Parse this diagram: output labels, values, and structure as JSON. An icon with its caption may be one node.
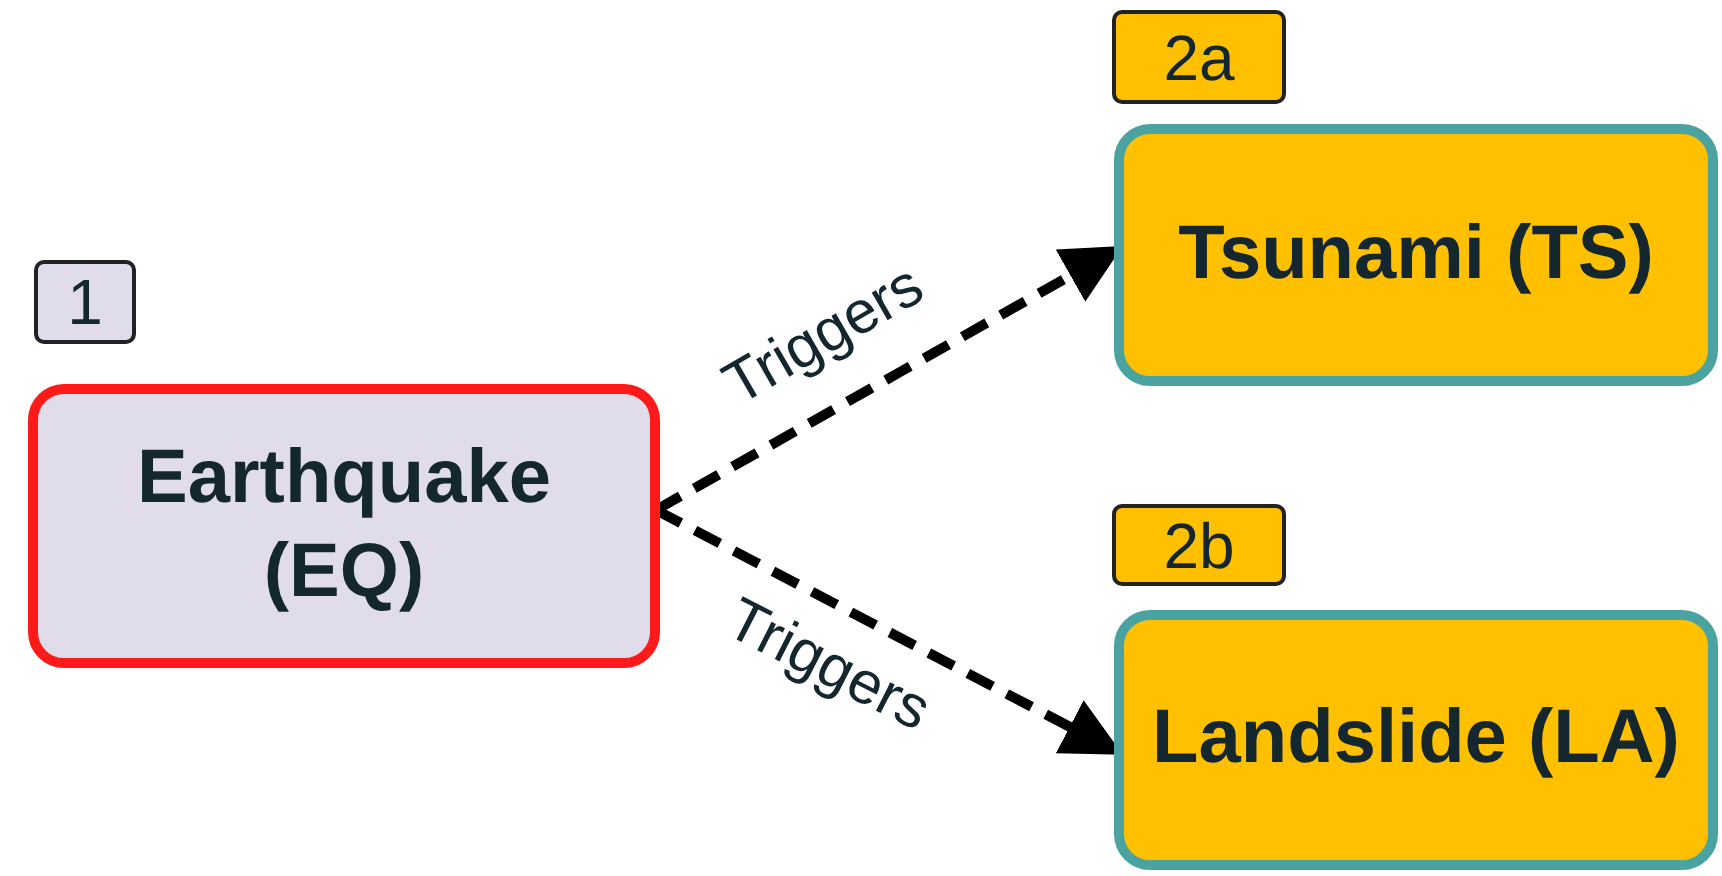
{
  "diagram": {
    "nodes": [
      {
        "text": [
          "Earthquake (EQ)"
        ],
        "beside": [
          "1"
        ]
      },
      {
        "text": [
          "Tsunami (TS)"
        ],
        "beside": [
          "2a"
        ]
      },
      {
        "text": [
          "Landslide (LA)"
        ],
        "beside": [
          "2b"
        ]
      }
    ],
    "edges": [
      {
        "from": 0,
        "to": 1,
        "arrow": "to",
        "label": "Triggers",
        "style": "dashed"
      },
      {
        "from": 0,
        "to": 2,
        "arrow": "to",
        "label": "Triggers",
        "style": "dashed"
      }
    ]
  }
}
